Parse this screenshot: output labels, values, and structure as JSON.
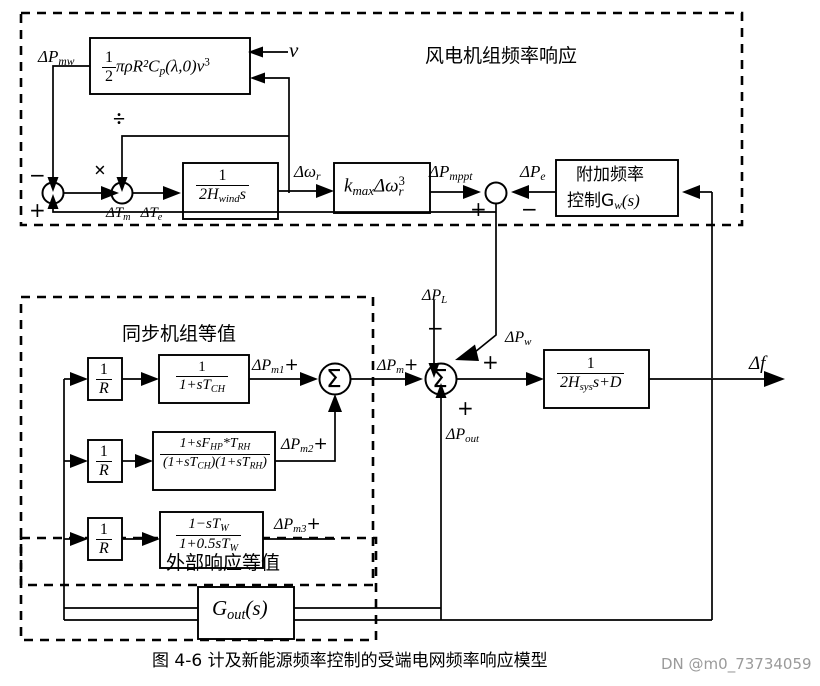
{
  "figure": {
    "caption": "图 4-6 计及新能源频率控制的受端电网频率响应模型",
    "watermark": "DN @m0_73734059"
  },
  "groups": {
    "wind": {
      "title": "风电机组频率响应"
    },
    "sync": {
      "title": "同步机组等值"
    },
    "external": {
      "title": "外部响应等值"
    }
  },
  "wind_section": {
    "aero_block": {
      "coeff_num": "1",
      "coeff_den": "2",
      "expr": "πρR²C",
      "expr_sub": "p",
      "expr_tail": "(λ,0)v",
      "expr_pow": "3"
    },
    "inertia_block": {
      "num": "1",
      "den_pre": "2H",
      "den_sub": "wind",
      "den_post": "s"
    },
    "mppt_block": {
      "k": "k",
      "k_sub": "max",
      "dw": "Δω",
      "dw_sub": "r",
      "dw_pow": "3"
    },
    "controller_block": {
      "line1": "附加频率",
      "line2_pre": "控制G",
      "line2_sub": "w",
      "line2_post": "(s)"
    },
    "signals": {
      "p_mw": "ΔP",
      "p_mw_sub": "mw",
      "wind_speed": "v",
      "torque_diff": "ΔT",
      "torque_diff_sub1": "m",
      "torque_diff_mid": "−ΔT",
      "torque_diff_sub2": "e",
      "omega_r": "Δω",
      "omega_r_sub": "r",
      "p_mppt": "ΔP",
      "p_mppt_sub": "mppt",
      "p_e": "ΔP",
      "p_e_sub": "e"
    },
    "operators": {
      "multiply": "×",
      "divide": "÷"
    },
    "signs": {
      "sum1_minus": "−",
      "sum1_plus": "+",
      "sum2_plus": "+",
      "sum2_minus": "−"
    }
  },
  "sync_section": {
    "droop_label": {
      "num": "1",
      "den": "R"
    },
    "droop_count": 3,
    "governor_blocks": [
      {
        "name": "non-reheat",
        "num": "1",
        "den_pre": "1+sT",
        "den_sub": "CH"
      },
      {
        "name": "reheat",
        "num_pre": "1+sF",
        "num_sub1": "HP",
        "num_mid": "*T",
        "num_sub2": "RH",
        "den": "(1+sT",
        "den_sub1": "CH",
        "den_mid": ")(1+sT",
        "den_sub2": "RH",
        "den_end": ")"
      },
      {
        "name": "hydro",
        "num_pre": "1−sT",
        "num_sub": "W",
        "den_pre": "1+0.5sT",
        "den_sub": "W"
      }
    ],
    "outputs": [
      {
        "label": "ΔP",
        "sub": "m1",
        "sign": "+"
      },
      {
        "label": "ΔP",
        "sub": "m2",
        "sign": "+"
      },
      {
        "label": "ΔP",
        "sub": "m3",
        "sign": "+"
      }
    ],
    "sum_symbol": "Σ"
  },
  "grid_section": {
    "swing_block": {
      "num": "1",
      "den_pre": "2H",
      "den_sub": "sys",
      "den_post": "s+D"
    },
    "signals": {
      "p_m": "ΔP",
      "p_m_sub": "m",
      "p_m_sign": "+",
      "p_l": "ΔP",
      "p_l_sub": "L",
      "p_l_sign": "−",
      "p_w": "ΔP",
      "p_w_sub": "w",
      "p_w_sign": "+",
      "p_out": "ΔP",
      "p_out_sub": "out",
      "p_out_sign": "+",
      "delta_f": "Δf"
    },
    "sum_symbol": "Σ"
  },
  "external_section": {
    "block": {
      "g": "G",
      "g_sub": "out",
      "g_tail": "(s)"
    }
  },
  "colors": {
    "line": "#000000",
    "background": "#ffffff",
    "watermark": "#9a9a9a"
  }
}
